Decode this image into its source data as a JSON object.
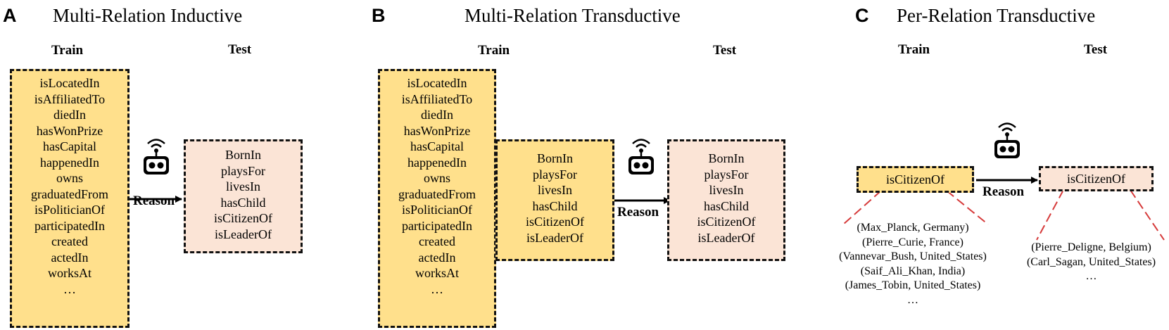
{
  "panels": [
    {
      "letter": "A",
      "title": "Multi-Relation Inductive",
      "train_label": "Train",
      "test_label": "Test",
      "reason_label": "Reason",
      "train_relations": [
        "isLocatedIn",
        "isAffiliatedTo",
        "diedIn",
        "hasWonPrize",
        "hasCapital",
        "happenedIn",
        "owns",
        "graduatedFrom",
        "isPoliticianOf",
        "participatedIn",
        "created",
        "actedIn",
        "worksAt",
        "…"
      ],
      "test_relations": [
        "BornIn",
        "playsFor",
        "livesIn",
        "hasChild",
        "isCitizenOf",
        "isLeaderOf"
      ]
    },
    {
      "letter": "B",
      "title": "Multi-Relation Transductive",
      "train_label": "Train",
      "test_label": "Test",
      "reason_label": "Reason",
      "train_relations": [
        "isLocatedIn",
        "isAffiliatedTo",
        "diedIn",
        "hasWonPrize",
        "hasCapital",
        "happenedIn",
        "owns",
        "graduatedFrom",
        "isPoliticianOf",
        "participatedIn",
        "created",
        "actedIn",
        "worksAt",
        "…"
      ],
      "train_inner_relations": [
        "BornIn",
        "playsFor",
        "livesIn",
        "hasChild",
        "isCitizenOf",
        "isLeaderOf"
      ],
      "test_relations": [
        "BornIn",
        "playsFor",
        "livesIn",
        "hasChild",
        "isCitizenOf",
        "isLeaderOf"
      ]
    },
    {
      "letter": "C",
      "title": "Per-Relation Transductive",
      "train_label": "Train",
      "test_label": "Test",
      "reason_label": "Reason",
      "train_relation": "isCitizenOf",
      "test_relation": "isCitizenOf",
      "train_pairs": [
        "(Max_Planck, Germany)",
        "(Pierre_Curie, France)",
        "(Vannevar_Bush, United_States)",
        "(Saif_Ali_Khan, India)",
        "(James_Tobin, United_States)",
        "…"
      ],
      "test_pairs": [
        "(Pierre_Deligne, Belgium)",
        "(Carl_Sagan, United_States)",
        "…"
      ]
    }
  ],
  "colors": {
    "train_box": "#ffe08c",
    "test_box": "#fbe4d6",
    "connector_lines": "#d63a3a"
  },
  "icons": [
    "robot-icon"
  ]
}
